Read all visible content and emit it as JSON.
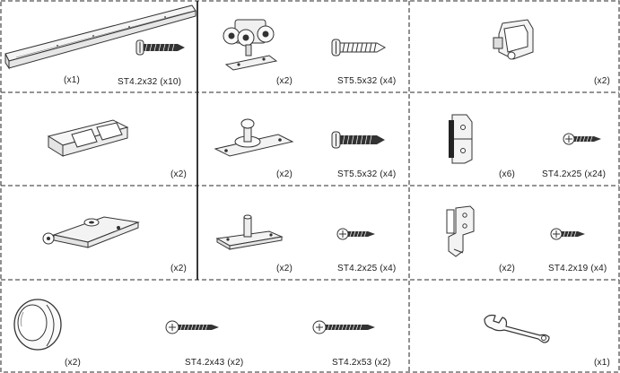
{
  "cells": {
    "track": {
      "qty": "(x1)",
      "screw": "ST4.2x32 (x10)",
      "screw_icon": "screw-icon"
    },
    "roller_hanger": {
      "qty": "(x2)",
      "screw": "ST5.5x32 (x4)"
    },
    "stop_clip": {
      "qty": "(x2)"
    },
    "damper": {
      "qty": "(x2)"
    },
    "bracket_plate": {
      "qty": "(x2)",
      "screw": "ST5.5x32 (x4)"
    },
    "door_guide": {
      "qty": "(x6)",
      "screw": "ST4.2x25 (x24)"
    },
    "latch_plate": {
      "qty": "(x2)"
    },
    "pin_plate": {
      "qty": "(x2)",
      "screw": "ST4.2x25 (x4)"
    },
    "angle_bracket": {
      "qty": "(x2)",
      "screw": "ST4.2x19 (x4)"
    },
    "knob": {
      "qty": "(x2)"
    },
    "long_screw_a": {
      "screw": "ST4.2x43 (x2)"
    },
    "long_screw_b": {
      "screw": "ST4.2x53 (x2)"
    },
    "wrench": {
      "qty": "(x1)"
    }
  },
  "colors": {
    "line": "#333333",
    "fill": "#f2f2f2",
    "dark": "#2b2b2b"
  }
}
